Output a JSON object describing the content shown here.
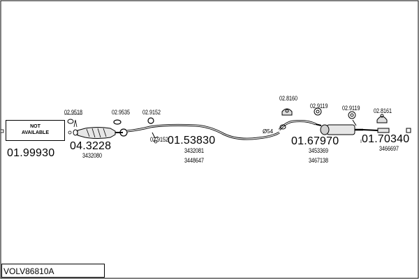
{
  "diagram": {
    "not_available": [
      "NOT",
      "AVAILABLE"
    ],
    "vehicle_code": "VOLV86810A",
    "sections": [
      {
        "part": "01.99930",
        "oem": []
      },
      {
        "part": "04.3228",
        "oem": [
          "3432080"
        ]
      },
      {
        "part": "01.53830",
        "oem": [
          "3432081",
          "3448647"
        ]
      },
      {
        "part": "01.67970",
        "oem": [
          "3453369",
          "3467138"
        ]
      },
      {
        "part": "01.70340",
        "oem": [
          "3466697"
        ]
      }
    ],
    "accessories": [
      "02.9518",
      "02.9535",
      "02.9152",
      "02.9152",
      "02.8160",
      "02.9119",
      "02.9119",
      "02.8161"
    ],
    "diameter_mark": "Ø54"
  }
}
